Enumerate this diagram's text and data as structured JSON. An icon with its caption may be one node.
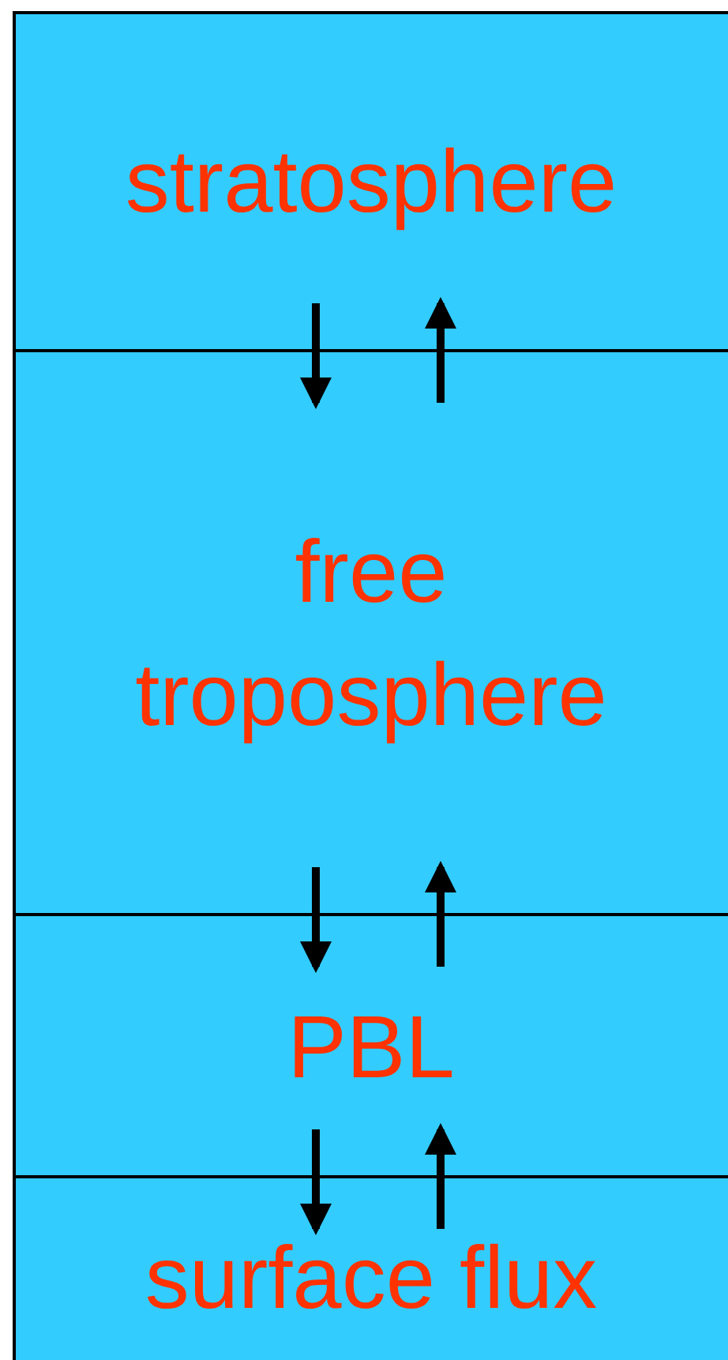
{
  "diagram": {
    "nodes": [
      {
        "text": [
          "stratosphere"
        ]
      },
      {
        "text": [
          "free troposphere"
        ]
      },
      {
        "text": [
          "PBL"
        ]
      },
      {
        "text": [
          "surface flux"
        ]
      }
    ],
    "edges": [
      {
        "from": 0,
        "to": 1,
        "arrow": "to"
      },
      {
        "from": 1,
        "to": 0,
        "arrow": "to"
      },
      {
        "from": 1,
        "to": 2,
        "arrow": "to"
      },
      {
        "from": 2,
        "to": 1,
        "arrow": "to"
      },
      {
        "from": 2,
        "to": 3,
        "arrow": "to"
      },
      {
        "from": 3,
        "to": 2,
        "arrow": "to"
      }
    ]
  }
}
